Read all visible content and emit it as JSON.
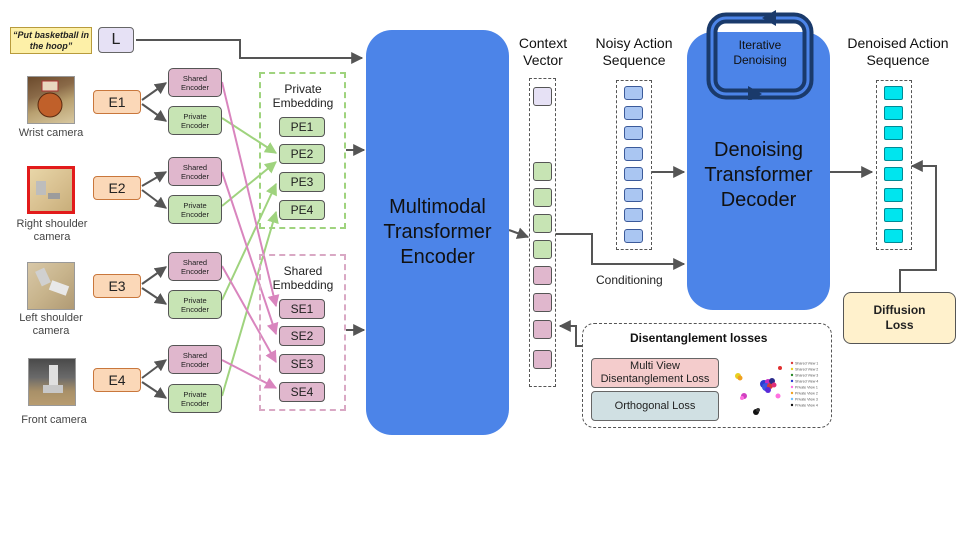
{
  "instruction": "“Put basketball in the hoop”",
  "language_token": "L",
  "cameras": [
    {
      "label": "Wrist camera",
      "encoder": "E1"
    },
    {
      "label": "Right shoulder camera",
      "encoder": "E2"
    },
    {
      "label": "Left shoulder camera",
      "encoder": "E3"
    },
    {
      "label": "Front camera",
      "encoder": "E4"
    }
  ],
  "shared_encoder_label": "Shared Encoder",
  "private_encoder_label": "Private Encoder",
  "private_embedding": {
    "title": "Private Embedding",
    "items": [
      "PE1",
      "PE2",
      "PE3",
      "PE4"
    ]
  },
  "shared_embedding": {
    "title": "Shared Embedding",
    "items": [
      "SE1",
      "SE2",
      "SE3",
      "SE4"
    ]
  },
  "multimodal_encoder": "Multimodal Transformer Encoder",
  "context_vector": {
    "label": "Context Vector",
    "cells": [
      "lang",
      "private",
      "private",
      "private",
      "private",
      "shared",
      "shared",
      "shared",
      "shared"
    ]
  },
  "noisy_action": {
    "label": "Noisy Action Sequence",
    "count": 8
  },
  "iterative_denoising": "Iterative Denoising",
  "decoder": "Denoising Transformer Decoder",
  "denoised_action": {
    "label": "Denoised Action Sequence",
    "count": 8
  },
  "conditioning": "Conditioning",
  "diffusion_loss": "Diffusion Loss",
  "disentanglement": {
    "title": "Disentanglement losses",
    "multiview_loss": "Multi View Disentanglement Loss",
    "orthogonal_loss": "Orthogonal Loss",
    "legend": [
      "Shared View 1",
      "Shared View 2",
      "Shared View 3",
      "Shared View 4",
      "Private View 1",
      "Private View 2",
      "Private View 3",
      "Private View 4"
    ]
  },
  "colors": {
    "encoder_blue": "#4c84e8",
    "dark_navy": "#1a3a6b",
    "shared_pink": "#e0b7cd",
    "private_green": "#c7e4b4",
    "noisy_blue": "#aac6f2",
    "denoised_cyan": "#00e5ee",
    "lang_lavender": "#e6e1f5",
    "green_arrow": "#9fd37e",
    "pink_arrow": "#d985be",
    "arrow_gray": "#555555"
  }
}
